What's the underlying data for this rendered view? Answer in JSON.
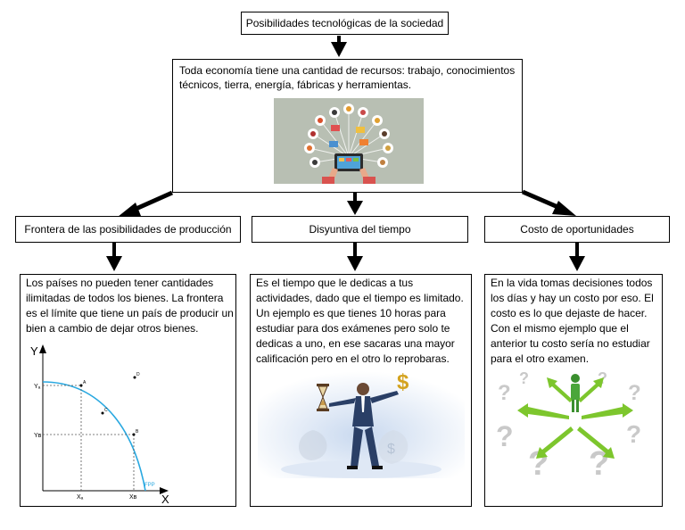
{
  "title": "Posibilidades tecnológicas de la sociedad",
  "root": {
    "text": "Toda economía tiene una cantidad de recursos: trabajo, conocimientos técnicos, tierra, energía,  fábricas y herramientas."
  },
  "branches": [
    {
      "label": "Frontera de las posibilidades de producción",
      "text": "Los países no pueden tener cantidades ilimitadas de todos los bienes. La frontera es el límite que tiene un país de producir un bien a cambio de dejar otros bienes."
    },
    {
      "label": "Disyuntiva del tiempo",
      "text": "Es el tiempo que le dedicas a tus actividades, dado que el tiempo es limitado. Un ejemplo es que tienes 10 horas para estudiar para dos exámenes pero solo te dedicas a uno, en ese sacaras una mayor calificación pero en el otro lo reprobaras."
    },
    {
      "label": "Costo de oportunidades",
      "text": "En la vida tomas decisiones todos los días y hay un costo por eso. El costo es lo que dejaste de hacer. Con el mismo ejemplo que el anterior tu costo sería no estudiar para el otro examen."
    }
  ],
  "ppf_chart": {
    "y_axis": "Y",
    "x_axis": "X",
    "ya": "Yₐ",
    "yb": "Yʙ",
    "xa": "Xₐ",
    "xb": "Xʙ",
    "point_a": "A",
    "point_b": "B",
    "point_c": "C",
    "point_d": "D",
    "curve": "FPP"
  },
  "colors": {
    "curve": "#29a8e0",
    "arrow": "#000000",
    "tech_bg": "#b8bfb3",
    "green_arrow": "#7dc62d"
  }
}
